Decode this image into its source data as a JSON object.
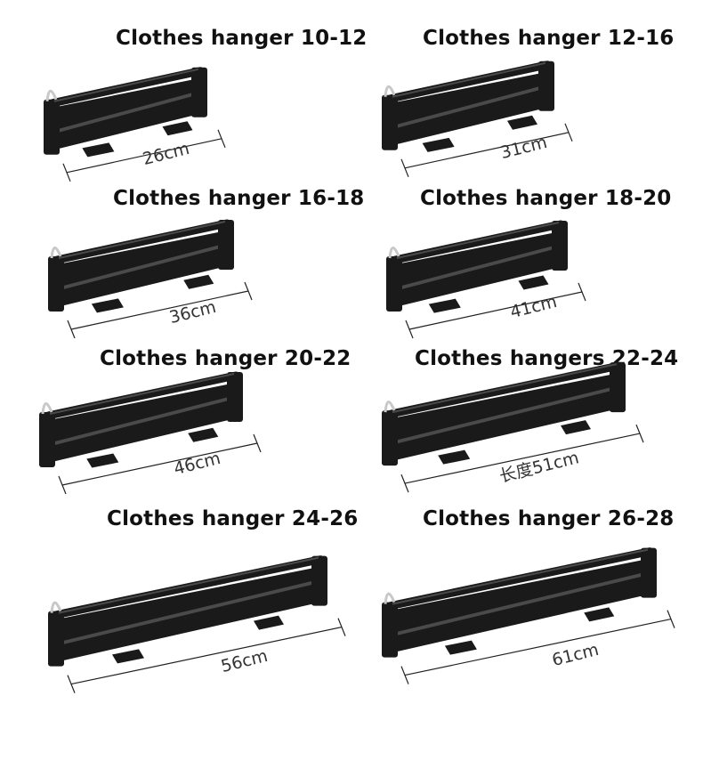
{
  "items": [
    {
      "title": "Clothes hanger 10-12",
      "size": "26cm"
    },
    {
      "title": "Clothes hanger 12-16",
      "size": "31cm"
    },
    {
      "title": "Clothes hanger 16-18",
      "size": "36cm"
    },
    {
      "title": "Clothes hanger 18-20",
      "size": "41cm"
    },
    {
      "title": "Clothes hanger 20-22",
      "size": "46cm"
    },
    {
      "title": "Clothes hangers 22-24",
      "size": "长度51cm"
    },
    {
      "title": "Clothes hanger 24-26",
      "size": "56cm"
    },
    {
      "title": "Clothes hanger 26-28",
      "size": "61cm"
    }
  ],
  "colors": {
    "rack": "#1a1a1a",
    "rack_highlight": "#4a4a4a",
    "ring": "#c8c8c8",
    "line": "#222222"
  }
}
